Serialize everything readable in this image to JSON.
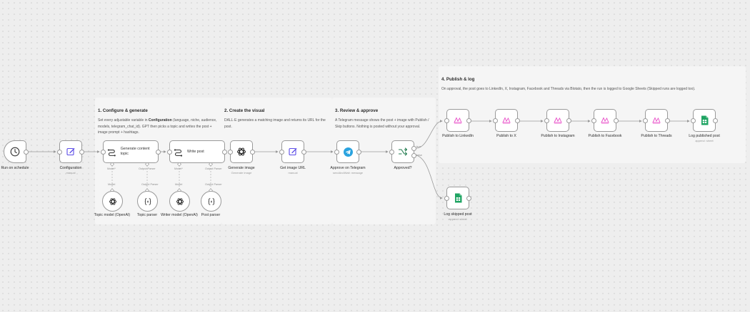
{
  "sections": {
    "s1": {
      "title": "1. Configure & generate",
      "desc_pre": "Set every adjustable variable in ",
      "desc_bold": "Configuration",
      "desc_post": " (language, niche, audience, models, telegram_chat_id). GPT then picks a topic and writes the post + image prompt + hashtags."
    },
    "s2": {
      "title": "2. Create the visual",
      "desc": "DALL·E generates a matching image and returns its URL for the post."
    },
    "s3": {
      "title": "3. Review & approve",
      "desc": "A Telegram message shows the post + image with Publish / Skip buttons. Nothing is posted without your approval."
    },
    "s4": {
      "title": "4. Publish & log",
      "desc": "On approval, the post goes to LinkedIn, X, Instagram, Facebook and Threads via Blotato, then the run is logged to Google Sheets (Skipped runs are logged too)."
    }
  },
  "nodes": {
    "schedule": {
      "label": "Run on schedule",
      "icon": "clock-icon"
    },
    "config": {
      "label": "Configuration",
      "sub": "manual",
      "icon": "edit-icon"
    },
    "gen_topic": {
      "label": "Generate content topic",
      "icon": "chain-icon"
    },
    "write_post": {
      "label": "Write post",
      "icon": "chain-icon"
    },
    "gen_image": {
      "label": "Generate image",
      "sub": "Generate image",
      "icon": "openai-icon"
    },
    "get_url": {
      "label": "Get image URL",
      "sub": "manual",
      "icon": "edit-icon"
    },
    "approve": {
      "label": "Approve on Telegram",
      "sub": "sendAndWait: message",
      "icon": "telegram-icon"
    },
    "approved": {
      "label": "Approved?",
      "icon": "switch-icon"
    },
    "topic_model": {
      "label": "Topic model (OpenAI)",
      "icon": "openai-icon"
    },
    "topic_parser": {
      "label": "Topic parser",
      "icon": "braces-icon"
    },
    "writer_model": {
      "label": "Writer model (OpenAI)",
      "icon": "openai-icon"
    },
    "post_parser": {
      "label": "Post parser",
      "icon": "braces-icon"
    },
    "pub_linkedin": {
      "label": "Publish to LinkedIn",
      "icon": "blotato-icon"
    },
    "pub_x": {
      "label": "Publish to X",
      "icon": "blotato-icon"
    },
    "pub_instagram": {
      "label": "Publish to Instagram",
      "icon": "blotato-icon"
    },
    "pub_facebook": {
      "label": "Publish to Facebook",
      "icon": "blotato-icon"
    },
    "pub_threads": {
      "label": "Publish to Threads",
      "icon": "blotato-icon"
    },
    "log_published": {
      "label": "Log published post",
      "sub": "append: sheet",
      "icon": "sheets-icon"
    },
    "log_skipped": {
      "label": "Log skipped post",
      "sub": "append: sheet",
      "icon": "sheets-icon"
    }
  },
  "ports": {
    "model": "Model*",
    "output_parser": "Output Parser",
    "model_top": "Model",
    "output_parser_top": "Output Parser",
    "true": "true",
    "false": "false"
  },
  "colors": {
    "canvas": "#eeeeee",
    "sticky": "#f5f5f5",
    "edge": "#9a9a9a",
    "node_border": "#9a9a9a",
    "accent_purple": "#5b4ce6",
    "telegram": "#2aa3df",
    "sheets": "#1fa463",
    "blotato": "#e84ec8"
  }
}
